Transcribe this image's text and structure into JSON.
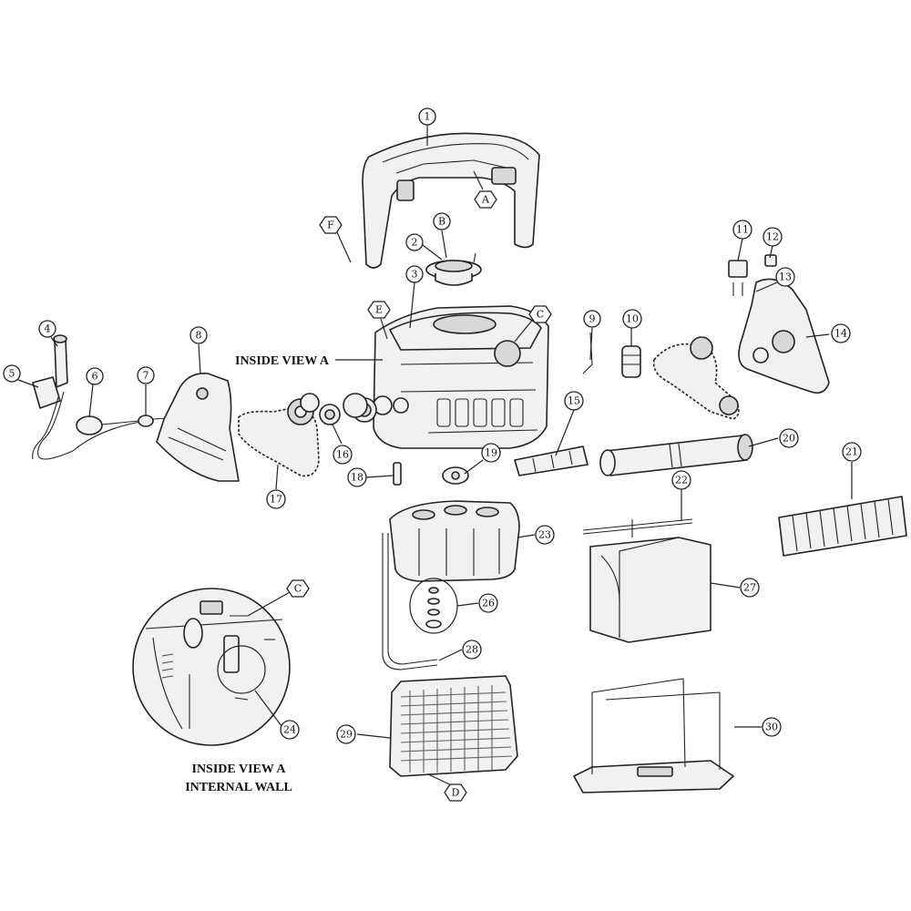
{
  "captions": {
    "inside_view": "INSIDE VIEW A",
    "inset_line1": "INSIDE VIEW A",
    "inset_line2": "INTERNAL WALL"
  },
  "callouts": {
    "n1": "1",
    "n2": "2",
    "n3": "3",
    "n4": "4",
    "n5": "5",
    "n6": "6",
    "n7": "7",
    "n8": "8",
    "n9": "9",
    "n10": "10",
    "n11": "11",
    "n12": "12",
    "n13": "13",
    "n14": "14",
    "n15": "15",
    "n16": "16",
    "n17": "17",
    "n18": "18",
    "n19": "19",
    "n20": "20",
    "n21": "21",
    "n22": "22",
    "n23": "23",
    "n24": "24",
    "n26": "26",
    "n27": "27",
    "n28": "28",
    "n29": "29",
    "n30": "30"
  },
  "letters": {
    "A": "A",
    "B": "B",
    "C": "C",
    "C2": "C",
    "D": "D",
    "E": "E",
    "F": "F"
  }
}
